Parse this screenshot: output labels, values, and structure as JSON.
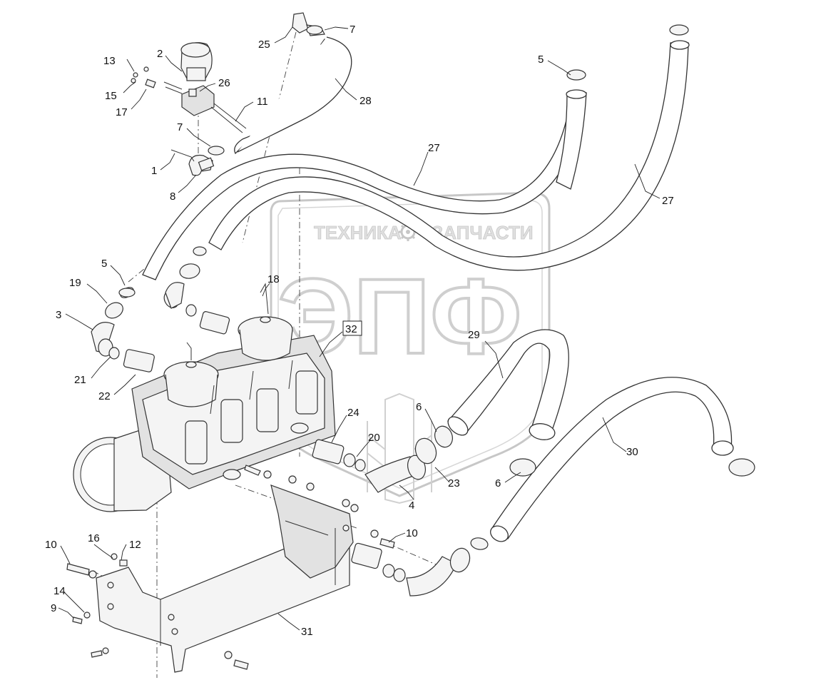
{
  "watermark": {
    "line1_left": "ТЕХНИКА",
    "line1_right": "ЗАПЧАСТИ",
    "big": "ЭПФ",
    "gear_icon": "gear-icon",
    "color": "#bdbdbd"
  },
  "callouts": [
    {
      "id": "c25",
      "text": "25"
    },
    {
      "id": "c7a",
      "text": "7"
    },
    {
      "id": "c13",
      "text": "13"
    },
    {
      "id": "c2",
      "text": "2"
    },
    {
      "id": "c26",
      "text": "26"
    },
    {
      "id": "c15",
      "text": "15"
    },
    {
      "id": "c17",
      "text": "17"
    },
    {
      "id": "c11",
      "text": "11"
    },
    {
      "id": "c28",
      "text": "28"
    },
    {
      "id": "c7b",
      "text": "7"
    },
    {
      "id": "c1",
      "text": "1"
    },
    {
      "id": "c8",
      "text": "8"
    },
    {
      "id": "c5a",
      "text": "5"
    },
    {
      "id": "c27a",
      "text": "27"
    },
    {
      "id": "c27b",
      "text": "27"
    },
    {
      "id": "c5b",
      "text": "5"
    },
    {
      "id": "c19",
      "text": "19"
    },
    {
      "id": "c18",
      "text": "18"
    },
    {
      "id": "c3",
      "text": "3"
    },
    {
      "id": "c32",
      "text": "32"
    },
    {
      "id": "c29",
      "text": "29"
    },
    {
      "id": "c21",
      "text": "21"
    },
    {
      "id": "c22",
      "text": "22"
    },
    {
      "id": "c24",
      "text": "24"
    },
    {
      "id": "c6a",
      "text": "6"
    },
    {
      "id": "c20",
      "text": "20"
    },
    {
      "id": "c30",
      "text": "30"
    },
    {
      "id": "c23",
      "text": "23"
    },
    {
      "id": "c6b",
      "text": "6"
    },
    {
      "id": "c4",
      "text": "4"
    },
    {
      "id": "c10a",
      "text": "10"
    },
    {
      "id": "c16",
      "text": "16"
    },
    {
      "id": "c12",
      "text": "12"
    },
    {
      "id": "c10b",
      "text": "10"
    },
    {
      "id": "c14",
      "text": "14"
    },
    {
      "id": "c9",
      "text": "9"
    },
    {
      "id": "c31",
      "text": "31"
    }
  ]
}
